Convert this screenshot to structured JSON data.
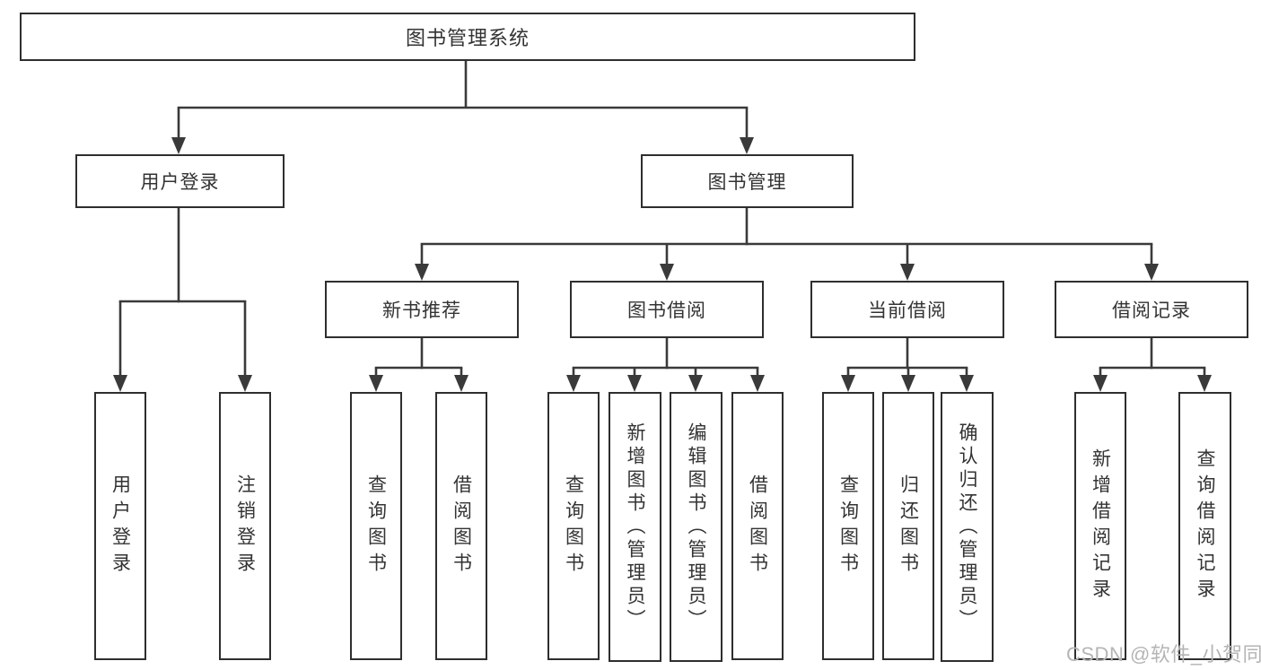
{
  "colors": {
    "ink": "#3a3a3a",
    "box_border": "#2e2e2e",
    "text": "#333333",
    "watermark": "#b5b5b5",
    "background": "#ffffff"
  },
  "watermark": {
    "text": "CSDN @软件_小贺同学"
  },
  "tree": {
    "label": "图书管理系统",
    "children": [
      {
        "label": "用户登录",
        "children": [
          {
            "label": "用户登录"
          },
          {
            "label": "注销登录"
          }
        ]
      },
      {
        "label": "图书管理",
        "children": [
          {
            "label": "新书推荐",
            "children": [
              {
                "label": "查询图书"
              },
              {
                "label": "借阅图书"
              }
            ]
          },
          {
            "label": "图书借阅",
            "children": [
              {
                "label": "查询图书"
              },
              {
                "label": "新增图书（管理员）"
              },
              {
                "label": "编辑图书（管理员）"
              },
              {
                "label": "借阅图书"
              }
            ]
          },
          {
            "label": "当前借阅",
            "children": [
              {
                "label": "查询图书"
              },
              {
                "label": "归还图书"
              },
              {
                "label": "确认归还（管理员）"
              }
            ]
          },
          {
            "label": "借阅记录",
            "children": [
              {
                "label": "新增借阅记录"
              },
              {
                "label": "查询借阅记录"
              }
            ]
          }
        ]
      }
    ]
  }
}
